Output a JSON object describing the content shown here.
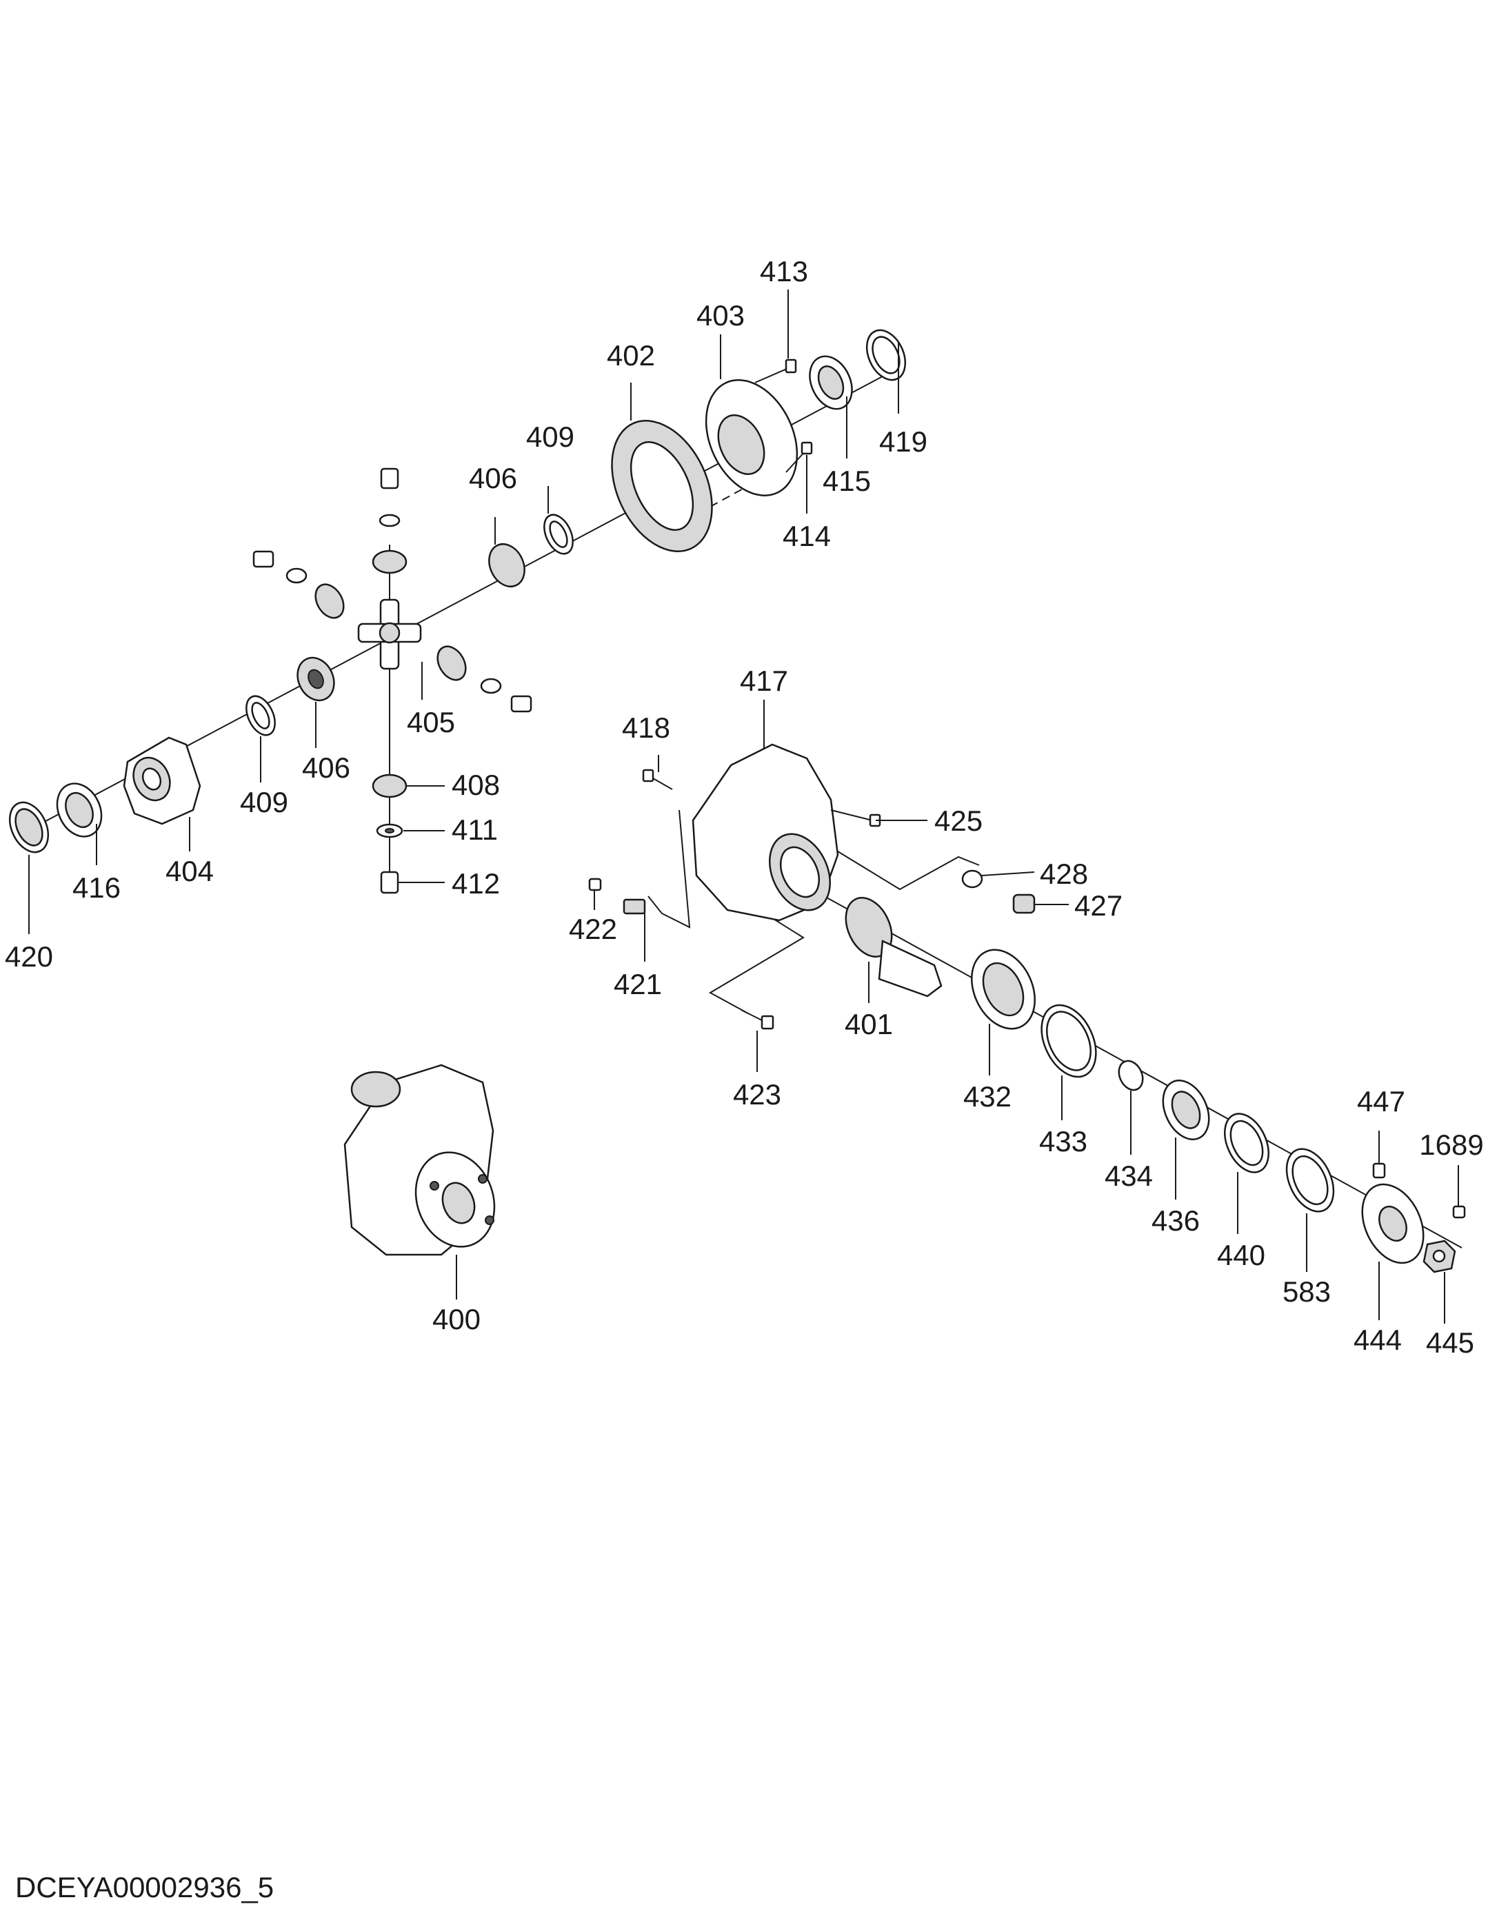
{
  "drawing_code": "DCEYA00002936_5",
  "callouts": [
    {
      "id": "c400",
      "text": "400"
    },
    {
      "id": "c401",
      "text": "401"
    },
    {
      "id": "c402",
      "text": "402"
    },
    {
      "id": "c403",
      "text": "403"
    },
    {
      "id": "c404",
      "text": "404"
    },
    {
      "id": "c405",
      "text": "405"
    },
    {
      "id": "c406a",
      "text": "406"
    },
    {
      "id": "c406b",
      "text": "406"
    },
    {
      "id": "c408",
      "text": "408"
    },
    {
      "id": "c409a",
      "text": "409"
    },
    {
      "id": "c409b",
      "text": "409"
    },
    {
      "id": "c411",
      "text": "411"
    },
    {
      "id": "c412",
      "text": "412"
    },
    {
      "id": "c413",
      "text": "413"
    },
    {
      "id": "c414",
      "text": "414"
    },
    {
      "id": "c415",
      "text": "415"
    },
    {
      "id": "c416",
      "text": "416"
    },
    {
      "id": "c417",
      "text": "417"
    },
    {
      "id": "c418",
      "text": "418"
    },
    {
      "id": "c419",
      "text": "419"
    },
    {
      "id": "c420",
      "text": "420"
    },
    {
      "id": "c421",
      "text": "421"
    },
    {
      "id": "c422",
      "text": "422"
    },
    {
      "id": "c423",
      "text": "423"
    },
    {
      "id": "c425",
      "text": "425"
    },
    {
      "id": "c427",
      "text": "427"
    },
    {
      "id": "c428",
      "text": "428"
    },
    {
      "id": "c432",
      "text": "432"
    },
    {
      "id": "c433",
      "text": "433"
    },
    {
      "id": "c434",
      "text": "434"
    },
    {
      "id": "c436",
      "text": "436"
    },
    {
      "id": "c440",
      "text": "440"
    },
    {
      "id": "c444",
      "text": "444"
    },
    {
      "id": "c445",
      "text": "445"
    },
    {
      "id": "c447",
      "text": "447"
    },
    {
      "id": "c583",
      "text": "583"
    },
    {
      "id": "c1689",
      "text": "1689"
    }
  ]
}
